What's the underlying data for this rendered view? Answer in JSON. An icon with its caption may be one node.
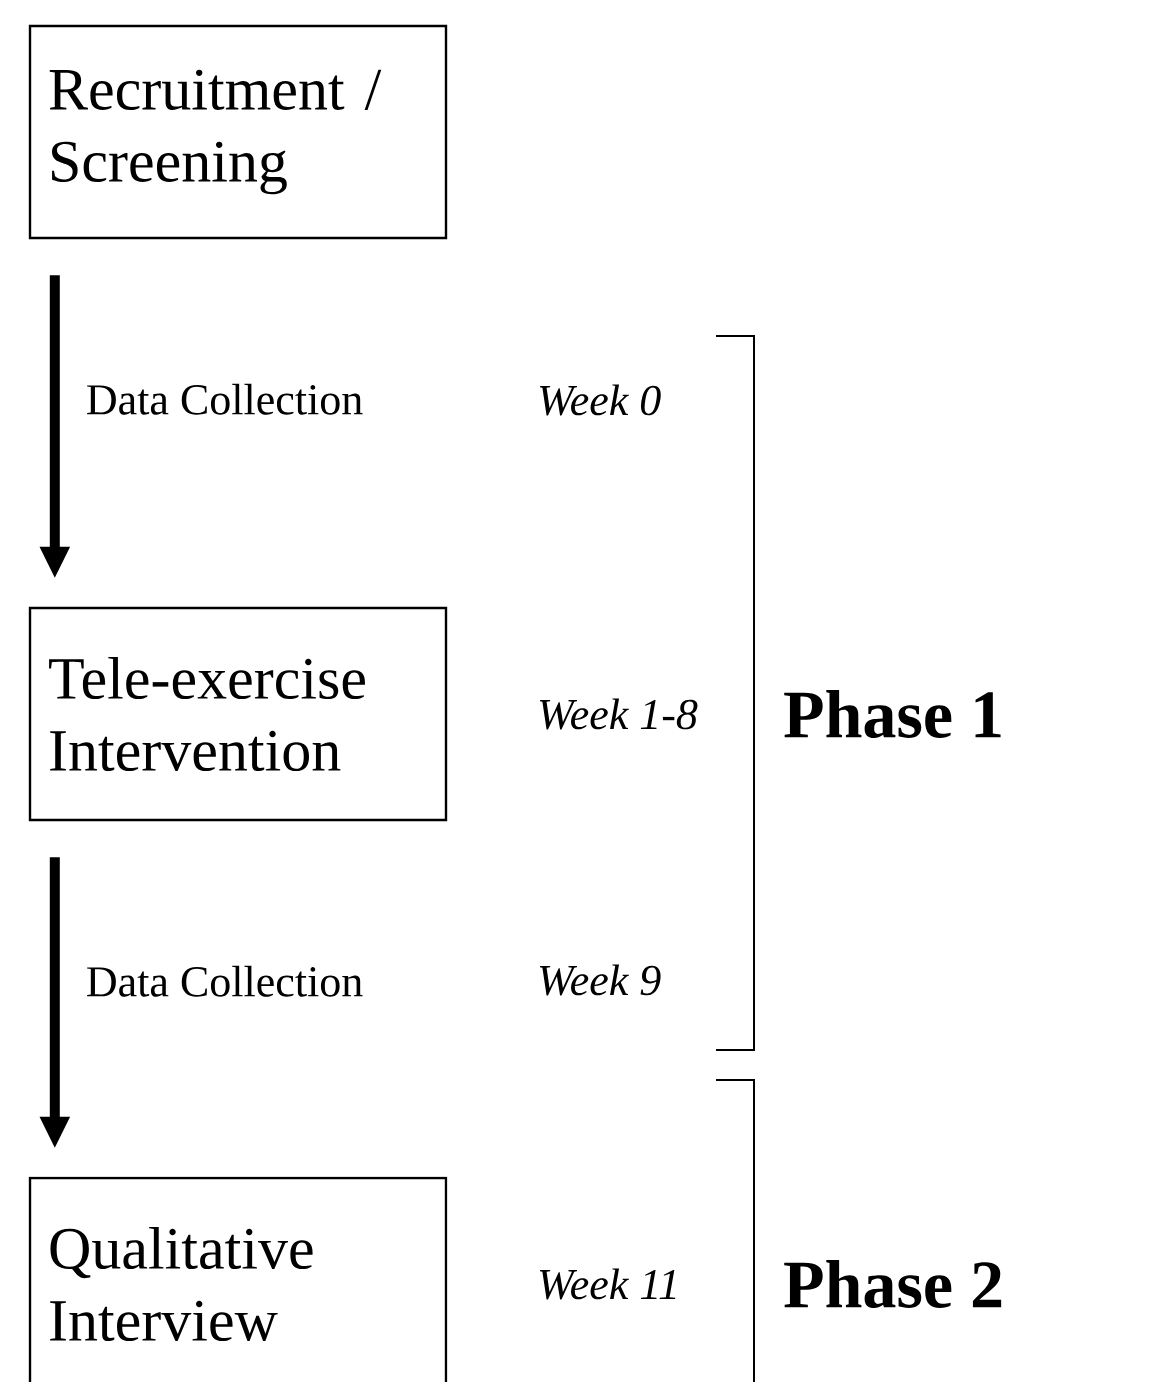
{
  "diagram": {
    "nodes": [
      {
        "text": [
          "Recruitment / Screening"
        ]
      },
      {
        "text": [
          "Tele-exercise Intervention"
        ],
        "beside": [
          "Week 1-8"
        ]
      },
      {
        "text": [
          "Qualitative Interview"
        ],
        "beside": [
          "Week 11"
        ]
      }
    ],
    "edges": [
      {
        "from": 0,
        "to": 1,
        "arrow": "to",
        "label": "Data Collection"
      },
      {
        "from": 1,
        "to": 2,
        "arrow": "to",
        "label": "Data Collection"
      }
    ],
    "labels": [
      "Week 0",
      "Phase 1",
      "Week 9",
      "Phase 2"
    ]
  }
}
